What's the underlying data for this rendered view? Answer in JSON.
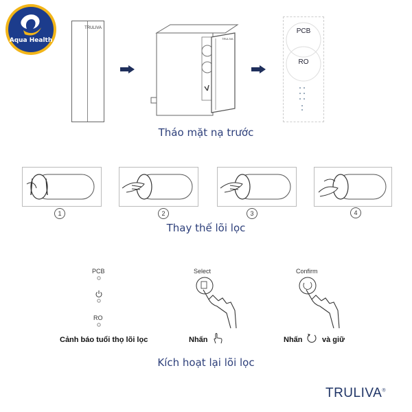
{
  "logo": {
    "text": "Aqua Health"
  },
  "step1": {
    "unit_label": "TRULIVA",
    "panel_labels": [
      "PCB",
      "RO"
    ],
    "caption": "Tháo mặt nạ trước"
  },
  "step2": {
    "numbers": [
      "1",
      "2",
      "3",
      "4"
    ],
    "caption": "Thay thế lõi lọc"
  },
  "step3": {
    "indicator_labels": [
      "PCB",
      "RO"
    ],
    "warning_label": "Cảnh báo tuổi thọ lõi lọc",
    "select_label": "Select",
    "confirm_label": "Confirm",
    "press_label": "Nhấn",
    "press_hold_prefix": "Nhấn",
    "press_hold_suffix": "và giữ",
    "caption": "Kích hoạt lại lõi lọc"
  },
  "brand": {
    "name": "TRULIVA",
    "mark": "®"
  },
  "colors": {
    "caption": "#2d3f7a",
    "logo_blue": "#1c3c8c",
    "logo_gold": "#f2b519",
    "arrow": "#1f2f5c"
  }
}
